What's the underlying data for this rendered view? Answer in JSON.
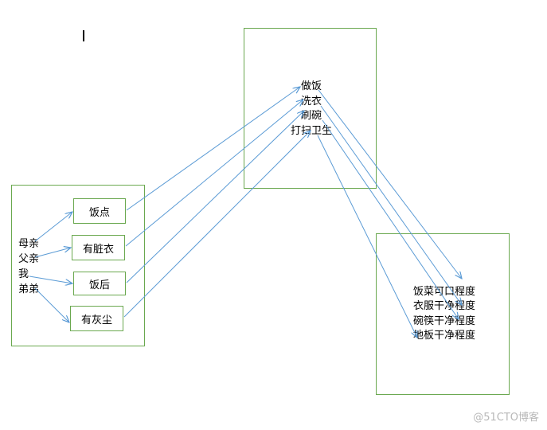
{
  "family": [
    "母亲",
    "父亲",
    "我",
    "弟弟"
  ],
  "states": [
    "饭点",
    "有脏衣",
    "饭后",
    "有灰尘"
  ],
  "chores": [
    "做饭",
    "洗衣",
    "刷碗",
    "打扫卫生"
  ],
  "results": [
    "饭菜可口程度",
    "衣服干净程度",
    "碗筷干净程度",
    "地板干净程度"
  ],
  "watermark": "@51CTO博客",
  "colors": {
    "box_border": "#6aa84f",
    "arrow": "#5b9bd5"
  }
}
